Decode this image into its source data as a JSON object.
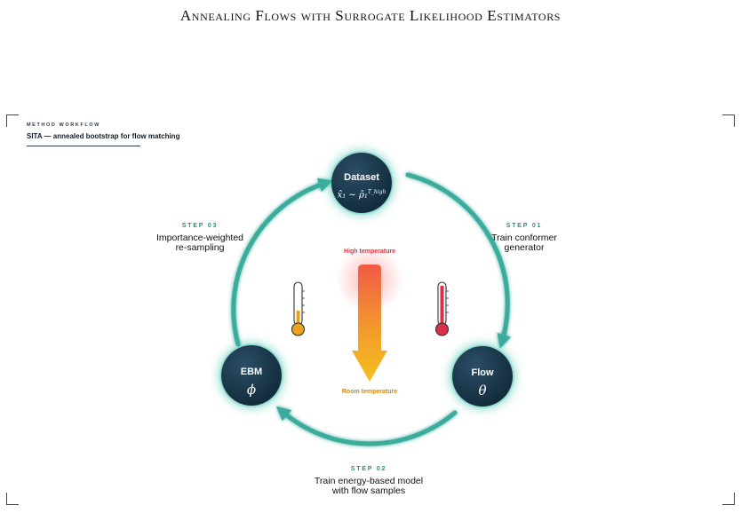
{
  "page_title": "Annealing Flows with Surrogate Likelihood Estimators",
  "header": {
    "eyebrow": "METHOD WORKFLOW",
    "subtitle": "SITA — annealed bootstrap for flow matching"
  },
  "nodes": {
    "dataset": {
      "title": "Dataset",
      "symbol": "x̂₁ ∼ ρ̂₁",
      "symbol_sup": "T_high"
    },
    "flow": {
      "title": "Flow",
      "symbol": "θ"
    },
    "ebm": {
      "title": "EBM",
      "symbol": "ϕ"
    }
  },
  "steps": [
    {
      "label": "STEP 01",
      "line1": "Train conformer",
      "line2": "generator"
    },
    {
      "label": "STEP 02",
      "line1": "Train energy-based model",
      "line2": "with flow samples"
    },
    {
      "label": "STEP 03",
      "line1": "Importance-weighted",
      "line2": "re-sampling"
    }
  ],
  "temperature": {
    "high_label": "High temperature",
    "room_label": "Room temperature"
  },
  "colors": {
    "cycle": "#3aab9c",
    "node": "#173244",
    "hot": "#e0343c",
    "warm": "#e8a21c"
  }
}
